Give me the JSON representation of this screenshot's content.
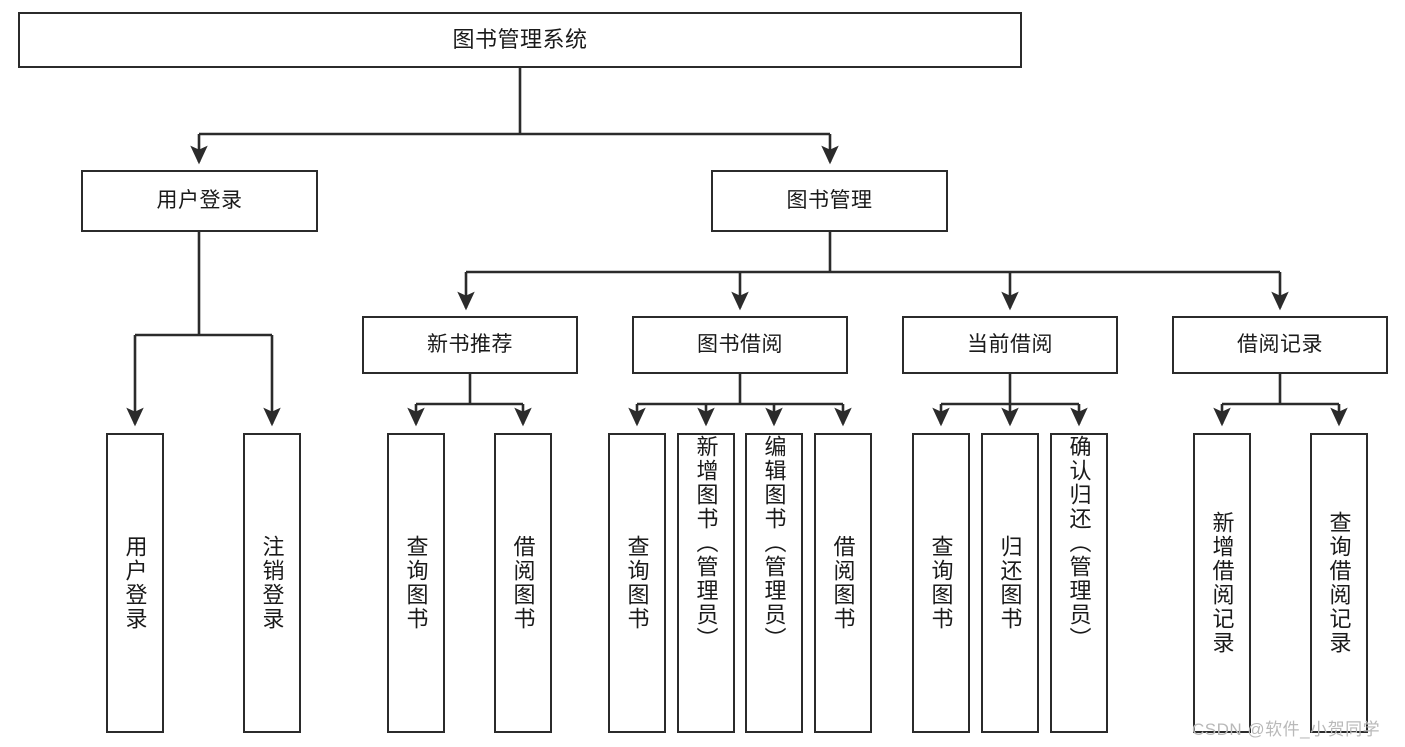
{
  "diagram": {
    "type": "tree",
    "title": "图书管理系统",
    "root": {
      "id": "root",
      "label": "图书管理系统"
    },
    "level1": [
      {
        "id": "user-login",
        "label": "用户登录"
      },
      {
        "id": "book-manage",
        "label": "图书管理"
      }
    ],
    "level2": [
      {
        "id": "new-book-rec",
        "label": "新书推荐",
        "parent": "book-manage"
      },
      {
        "id": "book-borrow",
        "label": "图书借阅",
        "parent": "book-manage"
      },
      {
        "id": "current-borrow",
        "label": "当前借阅",
        "parent": "book-manage"
      },
      {
        "id": "borrow-record",
        "label": "借阅记录",
        "parent": "book-manage"
      }
    ],
    "leaves": [
      {
        "id": "leaf-user-login",
        "label": "用户登录",
        "parent": "user-login"
      },
      {
        "id": "leaf-logout",
        "label": "注销登录",
        "parent": "user-login"
      },
      {
        "id": "leaf-query-book-1",
        "label": "查询图书",
        "parent": "new-book-rec"
      },
      {
        "id": "leaf-borrow-book-1",
        "label": "借阅图书",
        "parent": "new-book-rec"
      },
      {
        "id": "leaf-query-book-2",
        "label": "查询图书",
        "parent": "book-borrow"
      },
      {
        "id": "leaf-add-book",
        "label": "新增图书（管理员）",
        "parent": "book-borrow"
      },
      {
        "id": "leaf-edit-book",
        "label": "编辑图书（管理员）",
        "parent": "book-borrow"
      },
      {
        "id": "leaf-borrow-book-2",
        "label": "借阅图书",
        "parent": "book-borrow"
      },
      {
        "id": "leaf-query-book-3",
        "label": "查询图书",
        "parent": "current-borrow"
      },
      {
        "id": "leaf-return-book",
        "label": "归还图书",
        "parent": "current-borrow"
      },
      {
        "id": "leaf-confirm-return",
        "label": "确认归还（管理员）",
        "parent": "current-borrow"
      },
      {
        "id": "leaf-add-record",
        "label": "新增借阅记录",
        "parent": "borrow-record"
      },
      {
        "id": "leaf-query-record",
        "label": "查询借阅记录",
        "parent": "borrow-record"
      }
    ],
    "colors": {
      "border": "#2b2b2b",
      "background": "#ffffff",
      "text": "#1a1a1a",
      "watermark": "#b9b9b9"
    }
  },
  "watermark": {
    "text": "CSDN @软件_小贺同学"
  }
}
